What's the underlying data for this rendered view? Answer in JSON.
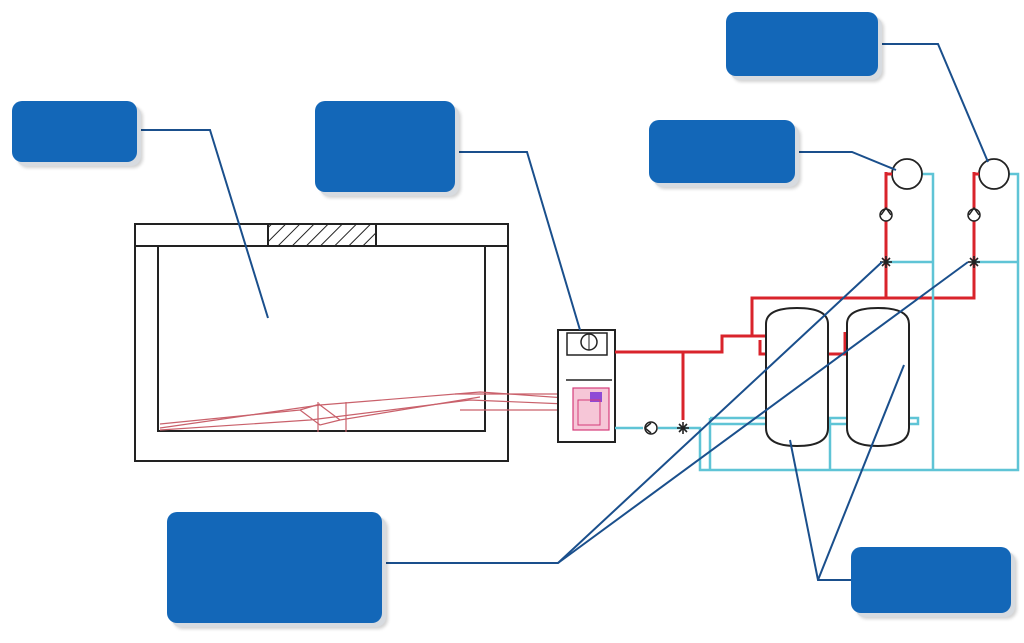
{
  "callouts": [
    {
      "id": "callout-1",
      "text": ""
    },
    {
      "id": "callout-2",
      "text": ""
    },
    {
      "id": "callout-3",
      "text": ""
    },
    {
      "id": "callout-4",
      "text": ""
    },
    {
      "id": "callout-5",
      "text": ""
    },
    {
      "id": "callout-6",
      "text": ""
    }
  ],
  "colors": {
    "callout_fill": "#1367b8",
    "leader_line": "#1a4f8c",
    "hot_pipe": "#d9232b",
    "cold_pipe": "#5fc4d6",
    "outline": "#222222"
  }
}
